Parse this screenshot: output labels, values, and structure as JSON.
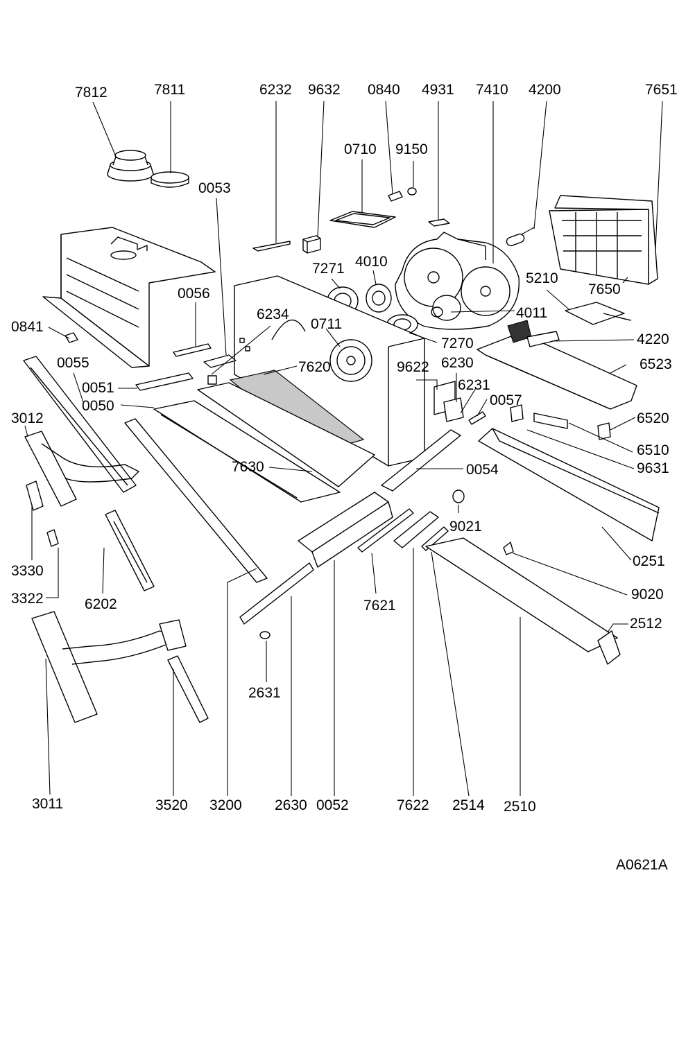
{
  "drawing_ref": "A0621A",
  "labels": {
    "p7812": "7812",
    "p7811": "7811",
    "p6232": "6232",
    "p9632": "9632",
    "p0840": "0840",
    "p4931": "4931",
    "p7410": "7410",
    "p4200": "4200",
    "p7651": "7651",
    "p0710": "0710",
    "p9150": "9150",
    "p0053": "0053",
    "p7271": "7271",
    "p4010": "4010",
    "p5210": "5210",
    "p7650": "7650",
    "p0056": "0056",
    "p6234": "6234",
    "p0711": "0711",
    "p4011": "4011",
    "p0841": "0841",
    "p7270": "7270",
    "p4220": "4220",
    "p0055": "0055",
    "p7620": "7620",
    "p9622": "9622",
    "p6230": "6230",
    "p6523": "6523",
    "p0051": "0051",
    "p6231": "6231",
    "p0050": "0050",
    "p0057": "0057",
    "p3012": "3012",
    "p6520": "6520",
    "p6510": "6510",
    "p7630": "7630",
    "p9631": "9631",
    "p0054": "0054",
    "p9021": "9021",
    "p0251": "0251",
    "p3330": "3330",
    "p7621": "7621",
    "p9020": "9020",
    "p3322": "3322",
    "p6202": "6202",
    "p2512": "2512",
    "p2631": "2631",
    "p3011": "3011",
    "p3520": "3520",
    "p3200": "3200",
    "p2630": "2630",
    "p0052": "0052",
    "p7622": "7622",
    "p2514": "2514",
    "p2510": "2510"
  }
}
